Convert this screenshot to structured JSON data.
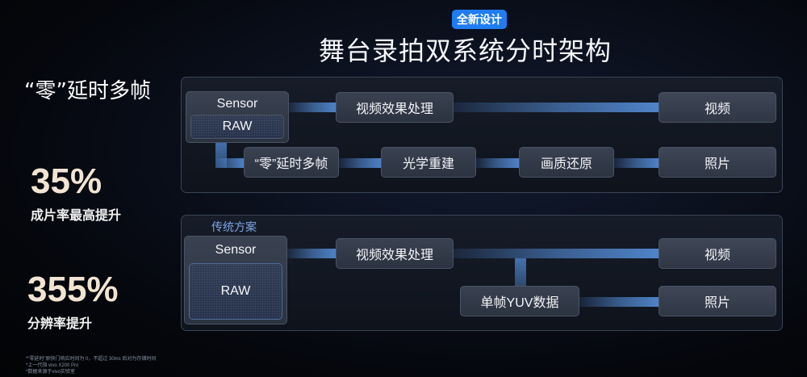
{
  "header": {
    "badge": "全新设计",
    "title": "舞台录拍双系统分时架构"
  },
  "left": {
    "zero_delay": "“零”延时多帧",
    "stat1_value": "35%",
    "stat1_caption": "成片率最高提升",
    "stat2_value": "355%",
    "stat2_caption": "分辨率提升"
  },
  "new_arch": {
    "sensor": "Sensor",
    "raw": "RAW",
    "video_proc": "视频效果处理",
    "video_out": "视频",
    "zero_delay": "“零”延时多帧",
    "optical": "光学重建",
    "restore": "画质还原",
    "photo_out": "照片"
  },
  "legacy_arch": {
    "label": "传统方案",
    "sensor": "Sensor",
    "raw": "RAW",
    "video_proc": "视频效果处理",
    "video_out": "视频",
    "single_yuv": "单帧YUV数据",
    "photo_out": "照片"
  },
  "footnotes": [
    "*“零延时”原快门响应时间为 0，不超过 30ms 后对为存储时间",
    "*上一代指 vivo X200 Pro",
    "*数据来源于vivo实验室"
  ],
  "colors": {
    "accent": "#1f7cf2",
    "flow": "#6ea4f0",
    "stat": "#f2e4d2"
  }
}
